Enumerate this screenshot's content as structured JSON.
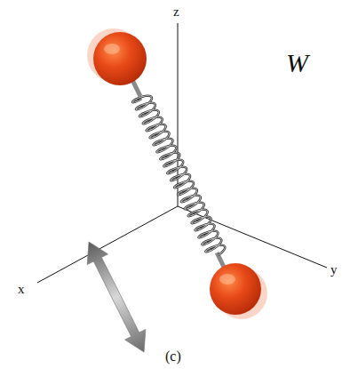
{
  "diagram": {
    "caption": "(c)",
    "labels": [
      "z",
      "x",
      "y",
      "W"
    ]
  }
}
